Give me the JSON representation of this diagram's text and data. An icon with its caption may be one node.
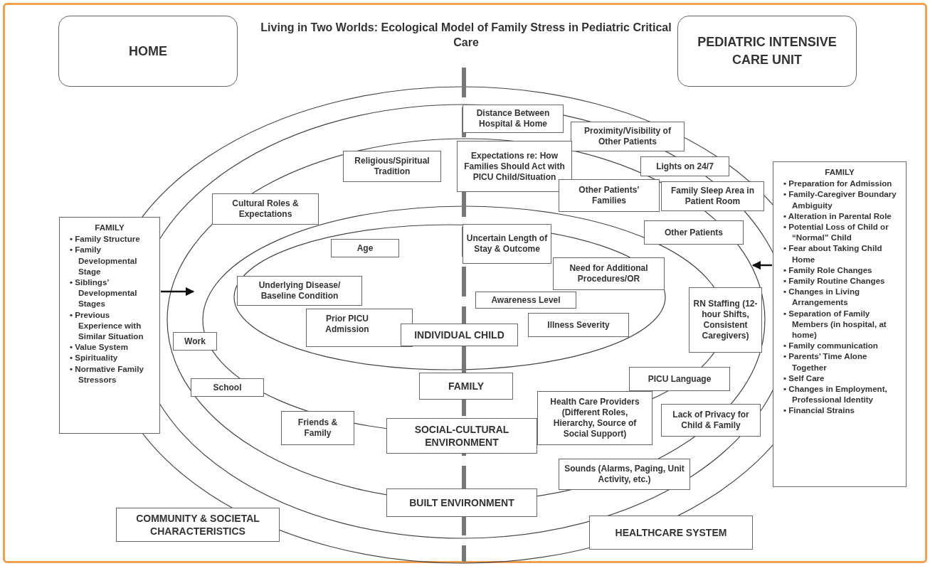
{
  "diagram": {
    "title": "Living in Two Worlds: Ecological Model of Family Stress in Pediatric Critical Care",
    "nodes": [
      {
        "text": [
          "HOME"
        ]
      },
      {
        "text": [
          "PEDIATRIC INTENSIVE CARE UNIT"
        ]
      },
      {
        "text": [
          "Distance Between Hospital & Home"
        ]
      },
      {
        "text": [
          "Proximity/Visibility of Other Patients"
        ]
      },
      {
        "text": [
          "Religious/Spiritual Tradition"
        ]
      },
      {
        "text": [
          "Expectations re: How Families Should Act with PICU Child/Situation"
        ]
      },
      {
        "text": [
          "Lights on 24/7"
        ]
      },
      {
        "text": [
          "Other Patients’ Families"
        ]
      },
      {
        "text": [
          "Family Sleep Area in Patient Room"
        ]
      },
      {
        "text": [
          "Cultural Roles & Expectations"
        ]
      },
      {
        "text": [
          "FAMILY",
          "• Family Structure",
          "• Family Developmental Stage",
          "• Siblings’ Developmental Stages",
          "• Previous Experience with Similar Situation",
          "• Value System",
          "• Spirituality",
          "• Normative Family Stressors"
        ]
      },
      {
        "text": [
          "FAMILY",
          "• Preparation for Admission",
          "• Family-Caregiver Boundary Ambiguity",
          "• Alteration in Parental Role",
          "• Potential Loss of Child or “Normal” Child",
          "• Fear about Taking Child Home",
          "• Family Role Changes",
          "• Family Routine Changes",
          "• Changes in Living Arrangements",
          "• Separation of Family Members (in hospital, at home)",
          "• Family communication",
          "• Parents’ Time Alone Together",
          "• Self Care",
          "• Changes in Employment, Professional Identity",
          "• Financial Strains"
        ]
      },
      {
        "text": [
          "Uncertain Length of Stay & Outcome"
        ]
      },
      {
        "text": [
          "Other Patients"
        ]
      },
      {
        "text": [
          "Age"
        ]
      },
      {
        "text": [
          "Need for Additional Procedures/OR"
        ]
      },
      {
        "text": [
          "Underlying Disease/ Baseline Condition"
        ]
      },
      {
        "text": [
          "Awareness Level"
        ]
      },
      {
        "text": [
          "RN Staffing (12-hour Shifts, Consistent Caregivers)"
        ]
      },
      {
        "text": [
          "Prior PICU Admission"
        ]
      },
      {
        "text": [
          "INDIVIDUAL CHILD"
        ]
      },
      {
        "text": [
          "Illness Severity"
        ]
      },
      {
        "text": [
          "Work"
        ]
      },
      {
        "text": [
          "PICU Language"
        ]
      },
      {
        "text": [
          "FAMILY"
        ]
      },
      {
        "text": [
          "School"
        ]
      },
      {
        "text": [
          "Health Care Providers (Different Roles, Hierarchy, Source of Social Support)"
        ]
      },
      {
        "text": [
          "Friends & Family"
        ]
      },
      {
        "text": [
          "Lack of Privacy for Child & Family"
        ]
      },
      {
        "text": [
          "SOCIAL-CULTURAL ENVIRONMENT"
        ]
      },
      {
        "text": [
          "Sounds (Alarms, Paging, Unit Activity, etc.)"
        ]
      },
      {
        "text": [
          "BUILT ENVIRONMENT"
        ]
      },
      {
        "text": [
          "COMMUNITY & SOCIETAL CHARACTERISTICS"
        ]
      },
      {
        "text": [
          "HEALTHCARE SYSTEM"
        ]
      }
    ],
    "edges": [
      {
        "from": 10,
        "to": null,
        "arrow": "to"
      },
      {
        "from": 11,
        "to": null,
        "arrow": "to"
      }
    ]
  }
}
